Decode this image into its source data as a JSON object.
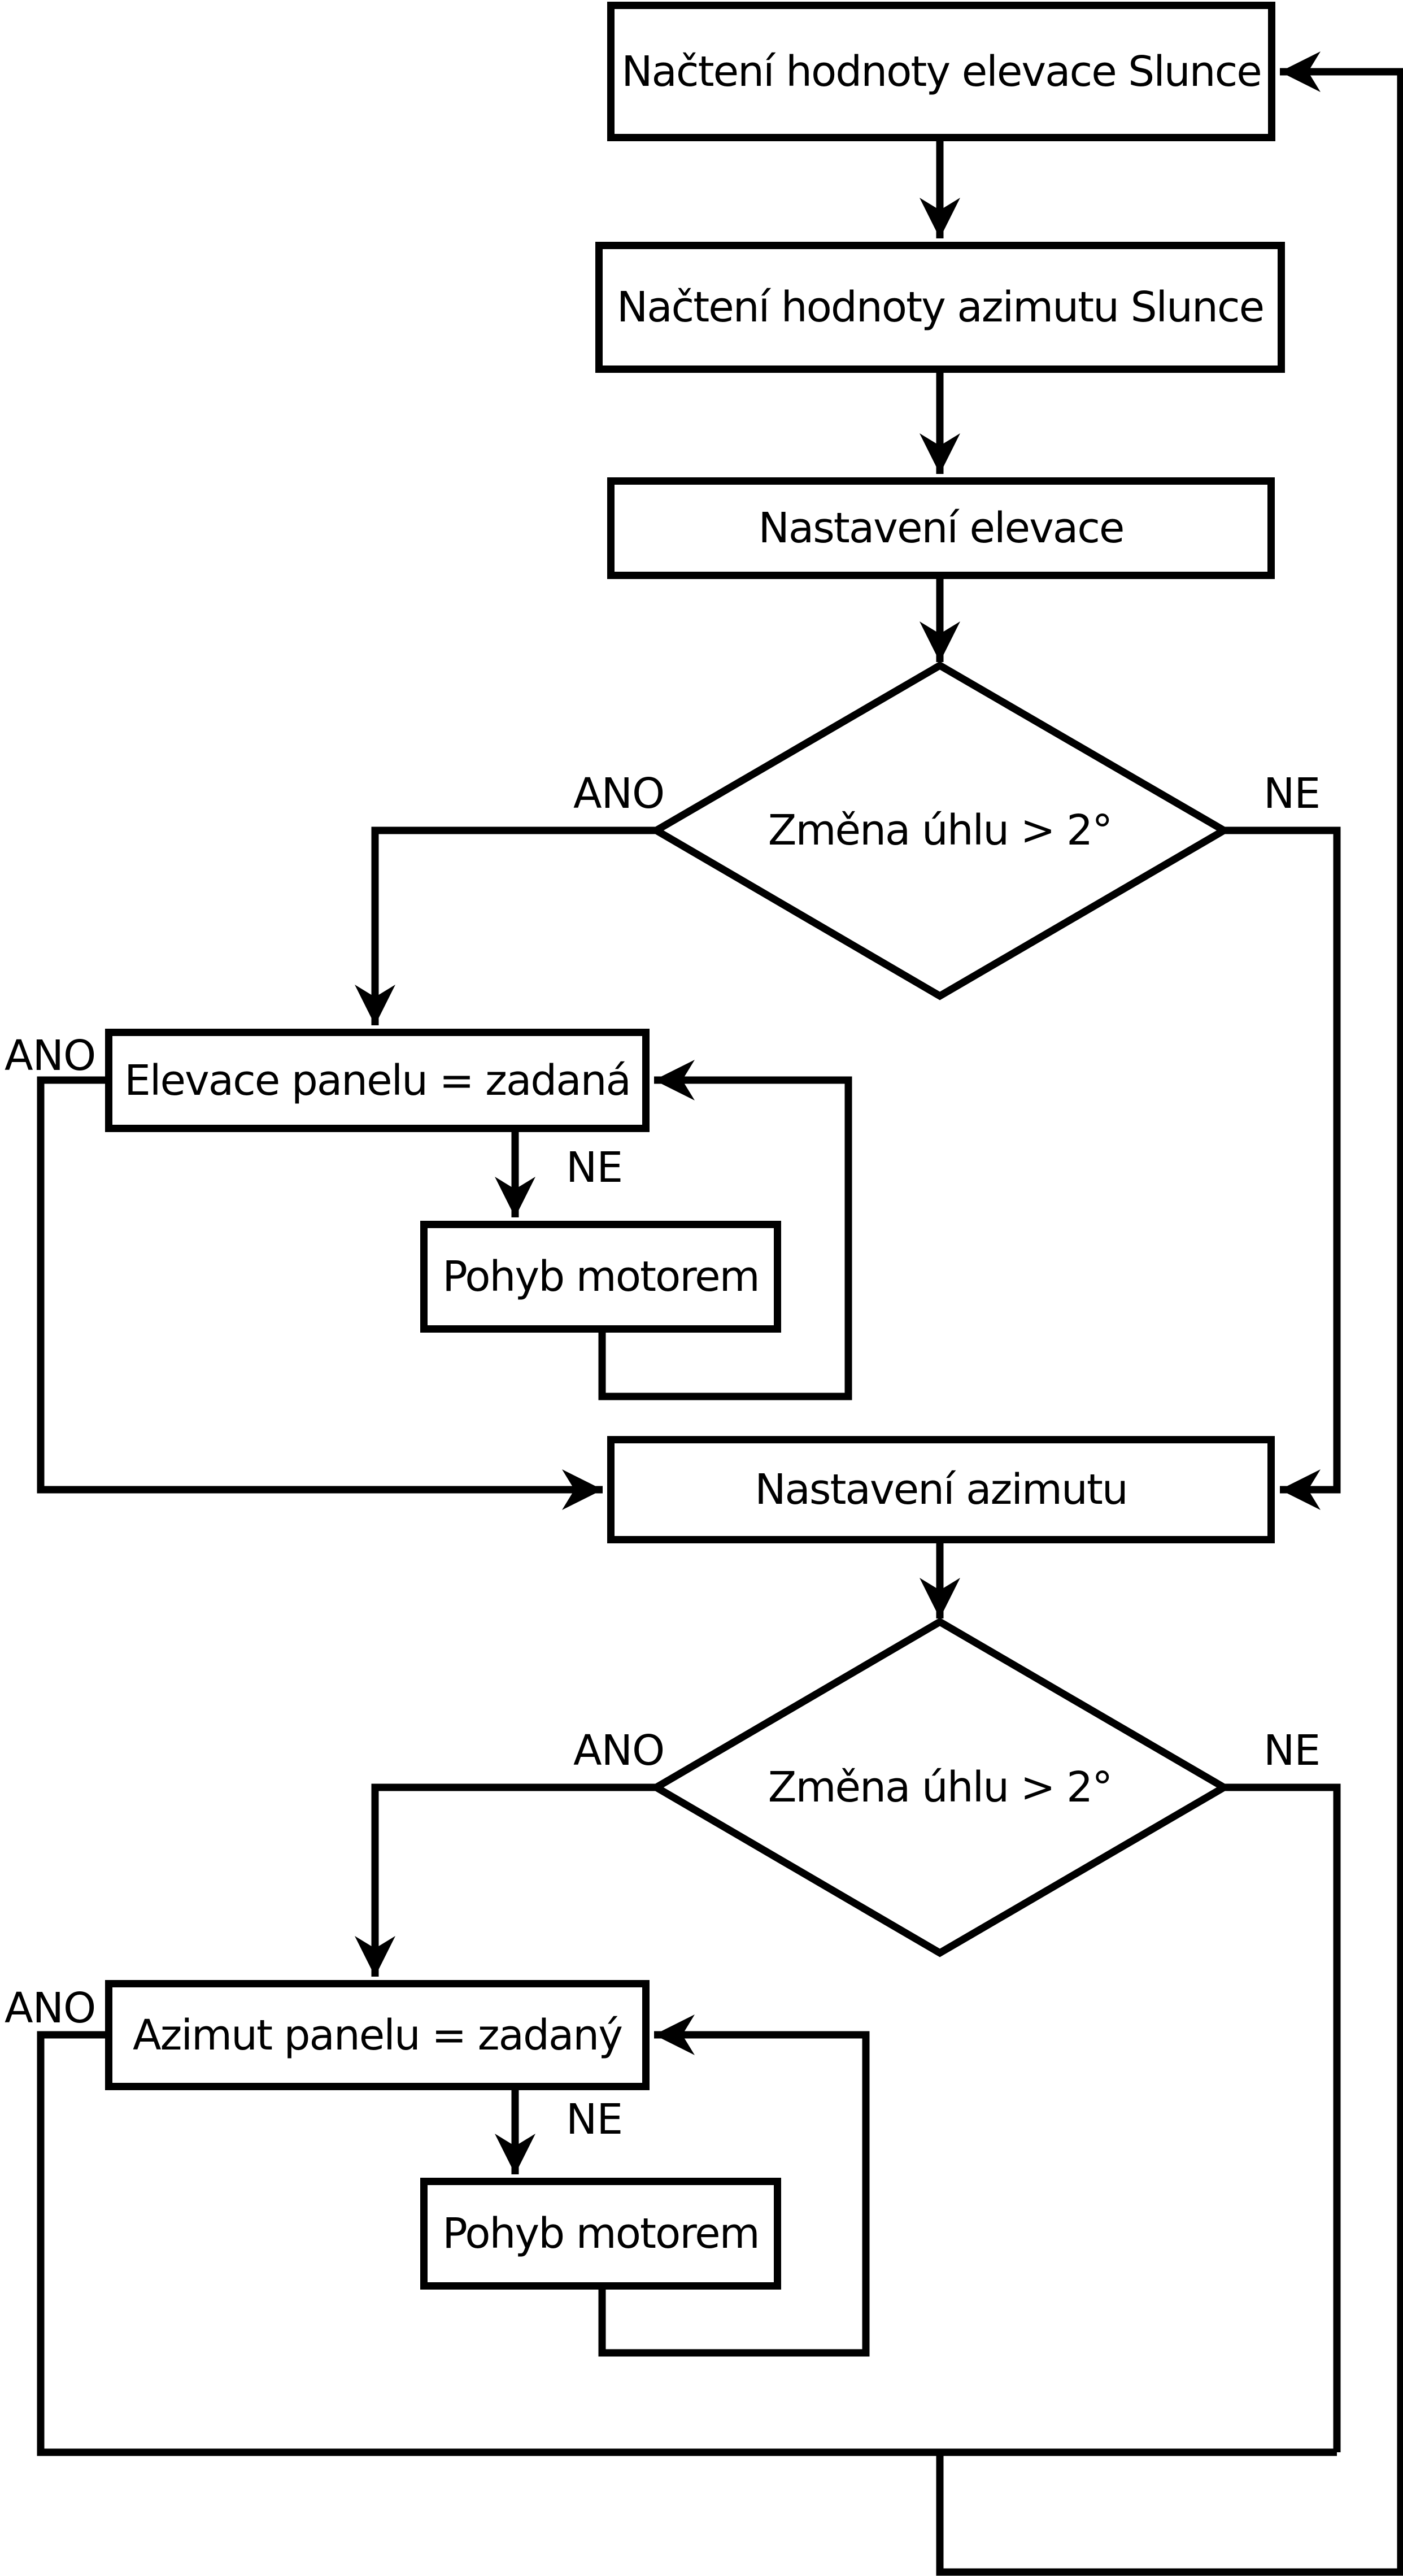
{
  "diagram": {
    "description": "Flowchart of solar panel tracking control loop",
    "colors": {
      "line": "#000000",
      "background": "#ffffff",
      "node_fill": "#ffffff",
      "text": "#000000"
    },
    "nodes": {
      "load_elevation": {
        "type": "process",
        "label": "Načtení hodnoty elevace Slunce"
      },
      "load_azimuth": {
        "type": "process",
        "label": "Načtení hodnoty azimutu Slunce"
      },
      "set_elevation": {
        "type": "process",
        "label": "Nastavení elevace"
      },
      "decision_elevation": {
        "type": "decision",
        "label": "Změna úhlu > 2°"
      },
      "elevation_equal": {
        "type": "process",
        "label": "Elevace panelu = zadaná"
      },
      "motor_elevation": {
        "type": "process",
        "label": "Pohyb motorem"
      },
      "set_azimuth": {
        "type": "process",
        "label": "Nastavení azimutu"
      },
      "decision_azimuth": {
        "type": "decision",
        "label": "Změna úhlu > 2°"
      },
      "azimuth_equal": {
        "type": "process",
        "label": "Azimut panelu = zadaný"
      },
      "motor_azimuth": {
        "type": "process",
        "label": "Pohyb motorem"
      }
    },
    "edge_labels": {
      "decision_elevation_yes": "ANO",
      "decision_elevation_no": "NE",
      "elevation_equal_yes": "ANO",
      "elevation_equal_no": "NE",
      "decision_azimuth_yes": "ANO",
      "decision_azimuth_no": "NE",
      "azimuth_equal_yes": "ANO",
      "azimuth_equal_no": "NE"
    }
  }
}
